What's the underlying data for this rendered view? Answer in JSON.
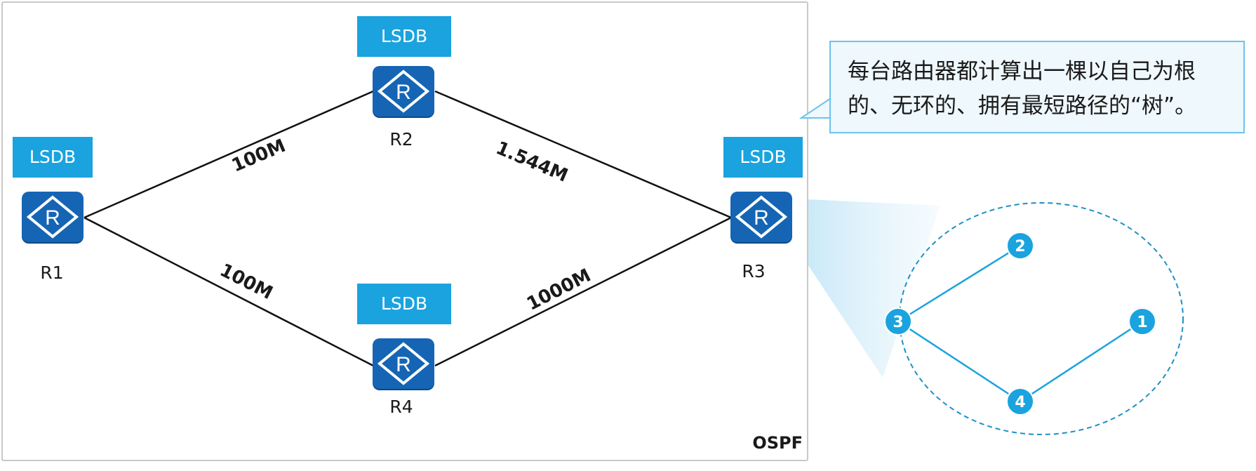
{
  "domain_frame": {
    "label": "OSPF"
  },
  "routers": [
    {
      "id": "R1",
      "name": "R1",
      "lsdb": "LSDB"
    },
    {
      "id": "R2",
      "name": "R2",
      "lsdb": "LSDB"
    },
    {
      "id": "R3",
      "name": "R3",
      "lsdb": "LSDB"
    },
    {
      "id": "R4",
      "name": "R4",
      "lsdb": "LSDB"
    }
  ],
  "links": [
    {
      "from": "R1",
      "to": "R2",
      "label": "100M"
    },
    {
      "from": "R2",
      "to": "R3",
      "label": "1.544M"
    },
    {
      "from": "R1",
      "to": "R4",
      "label": "100M"
    },
    {
      "from": "R4",
      "to": "R3",
      "label": "1000M"
    }
  ],
  "callout": {
    "text": "每台路由器都计算出一棵以自己为根的、无环的、拥有最短路径的“树”。"
  },
  "spf_tree": {
    "nodes": [
      "2",
      "3",
      "1",
      "4"
    ],
    "edges": [
      [
        "3",
        "2"
      ],
      [
        "3",
        "4"
      ],
      [
        "4",
        "1"
      ]
    ]
  },
  "colors": {
    "router_fill": "#1565b4",
    "lsdb_fill": "#1aa3de",
    "tree_color": "#1aa3de",
    "callout_border": "#6cc3ec",
    "callout_fill": "#eef8fd"
  }
}
